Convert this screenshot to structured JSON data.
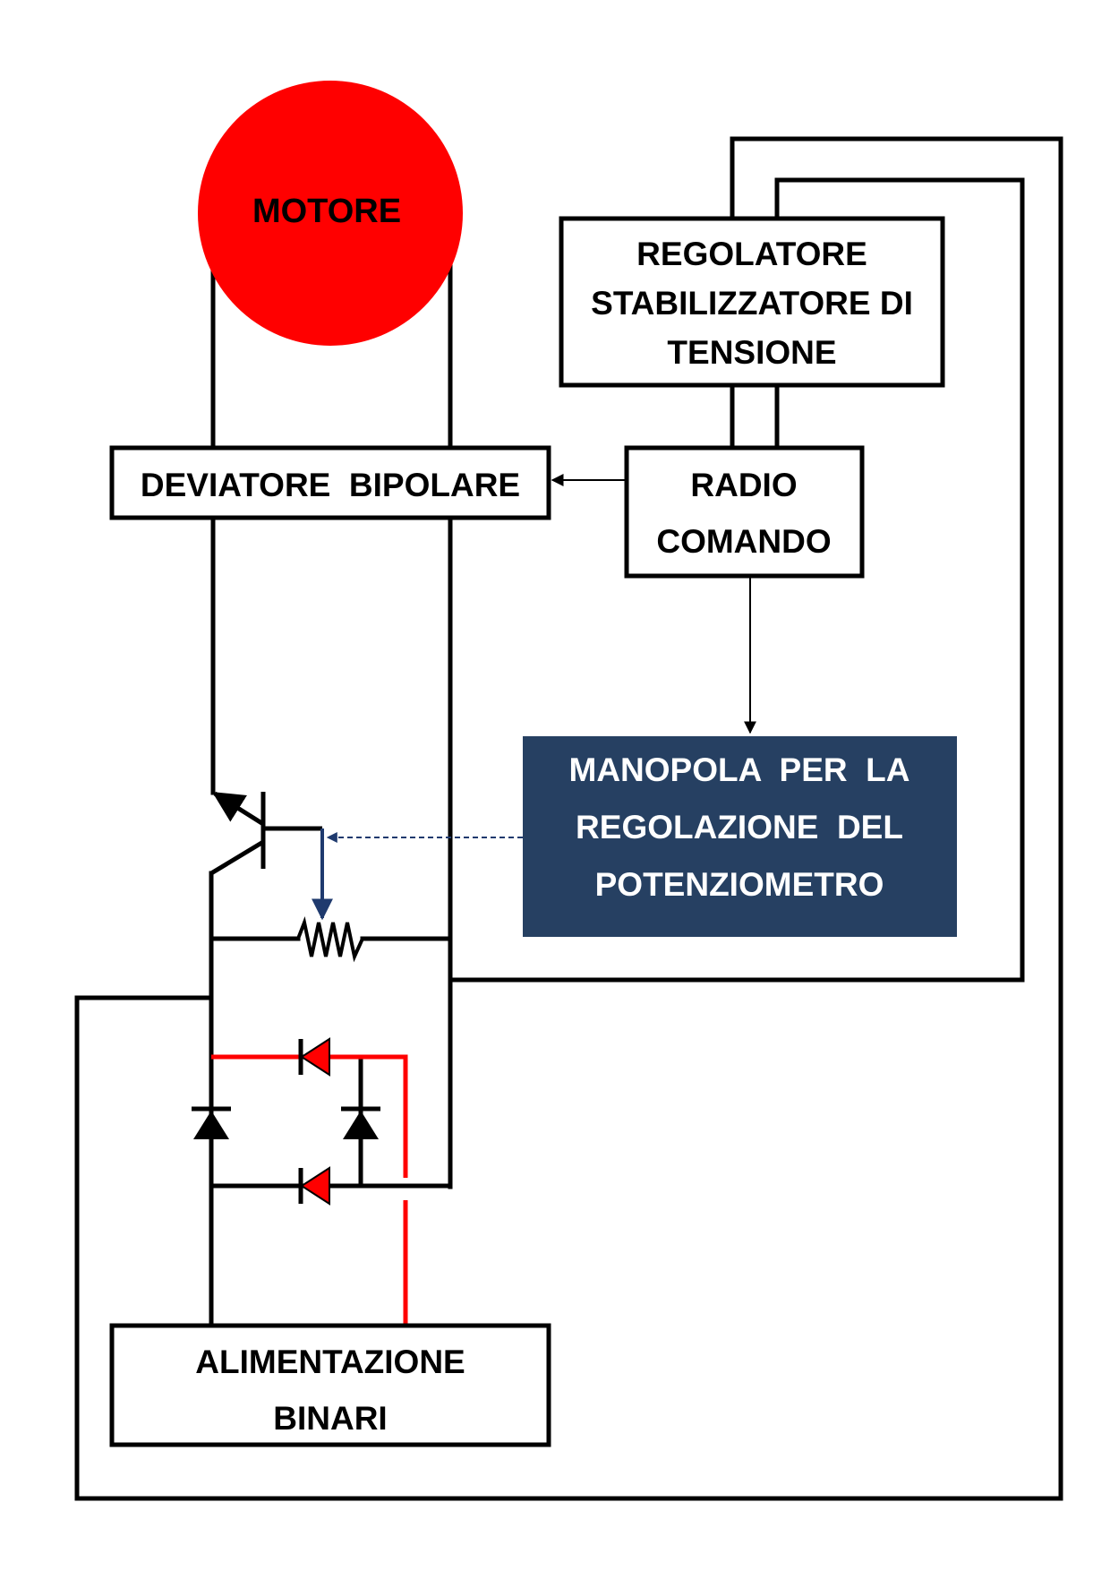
{
  "colors": {
    "wire": "#000000",
    "motor": "#ff0000",
    "bridge_wire": "#ff0000",
    "diode_red": "#ff0000",
    "knob_box": "#264062",
    "pointer": "#1f3a6e"
  },
  "motor": {
    "label": "MOTORE"
  },
  "regulator": {
    "lines": [
      "REGOLATORE",
      "STABILIZZATORE DI",
      "TENSIONE"
    ]
  },
  "switch": {
    "label": "DEVIATORE  BIPOLARE"
  },
  "radio": {
    "lines": [
      "RADIO",
      "COMANDO"
    ]
  },
  "knob": {
    "lines": [
      "MANOPOLA  PER  LA",
      "REGOLAZIONE  DEL",
      "POTENZIOMETRO"
    ]
  },
  "power": {
    "lines": [
      "ALIMENTAZIONE",
      "BINARI"
    ]
  },
  "components": {
    "transistor": "transistor-symbol",
    "potentiometer": "resistor-symbol",
    "bridge": "diode-bridge-symbol"
  }
}
